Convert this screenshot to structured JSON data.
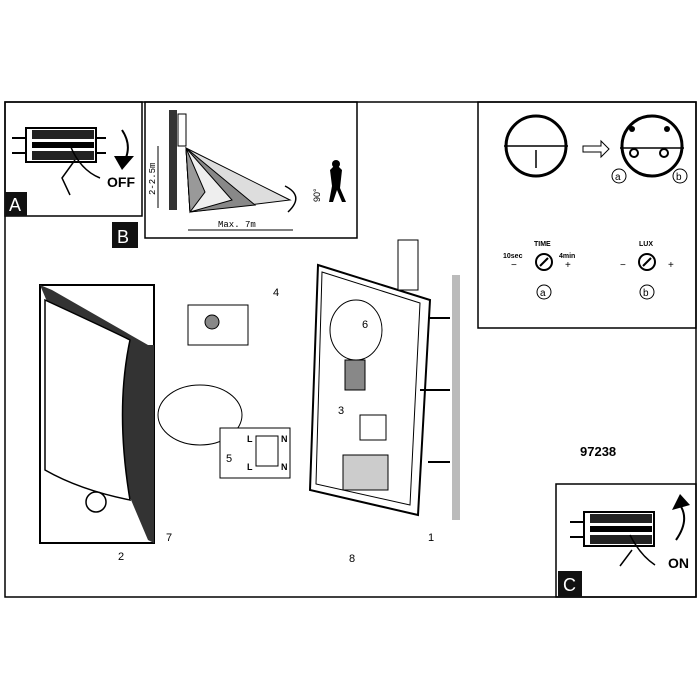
{
  "panel_a": {
    "label": "A",
    "action": "OFF"
  },
  "panel_b": {
    "label": "B",
    "height": "2-2.5m",
    "range": "Max. 7m",
    "angle": "90°"
  },
  "panel_settings": {
    "time": {
      "title": "TIME",
      "min": "10sec",
      "max": "4min",
      "minus": "−",
      "plus": "+",
      "marker": "a"
    },
    "lux": {
      "title": "LUX",
      "minus": "−",
      "plus": "+",
      "marker": "b"
    },
    "marker_a": "a",
    "marker_b": "b"
  },
  "panel_c": {
    "label": "C",
    "action": "ON"
  },
  "product_number": "97238",
  "steps": {
    "s1": "1",
    "s2": "2",
    "s3": "3",
    "s4": "4",
    "s5": "5",
    "s6": "6",
    "s7": "7",
    "s8": "8"
  },
  "wiring": {
    "l1": "L",
    "n1": "N",
    "l2": "L",
    "n2": "N"
  }
}
